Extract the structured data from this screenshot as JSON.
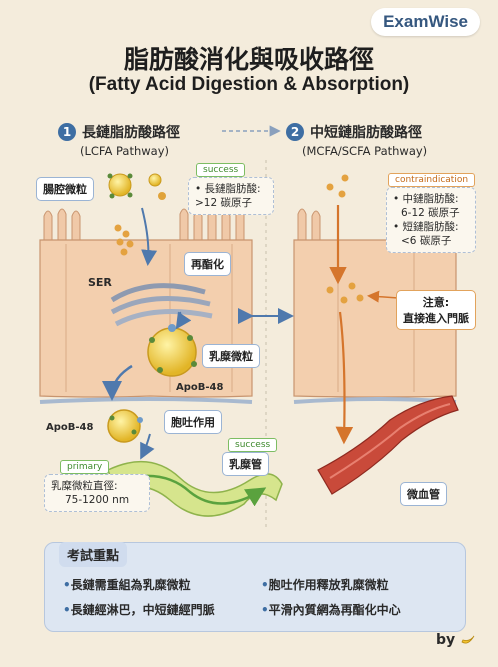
{
  "brand": "ExamWise",
  "title": {
    "main": "脂肪酸消化與吸收路徑",
    "sub": "(Fatty Acid Digestion & Absorption)"
  },
  "left": {
    "step_num": "1",
    "step_title": "長鏈脂肪酸路徑",
    "step_sub": "(LCFA Pathway)",
    "lumen_label": "腸腔微粒",
    "success_tag": "success",
    "success_text_1": "• 長鏈脂肪酸:",
    "success_text_2": ">12 碳原子",
    "ser_label": "SER",
    "reesterify_label": "再酯化",
    "chylomicron_label": "乳糜微粒",
    "apob_1": "ApoB-48",
    "apob_2": "ApoB-48",
    "exocytosis_label": "胞吐作用",
    "lacteal_tag": "success",
    "lacteal_label": "乳糜管",
    "primary_tag": "primary",
    "diameter_1": "乳糜微粒直徑:",
    "diameter_2": "75-1200 nm"
  },
  "right": {
    "step_num": "2",
    "step_title": "中短鏈脂肪酸路徑",
    "step_sub": "(MCFA/SCFA Pathway)",
    "contra_tag": "contraindication",
    "contra_1": "• 中鏈脂肪酸:",
    "contra_2": "6-12 碳原子",
    "contra_3": "• 短鏈脂肪酸:",
    "contra_4": "<6 碳原子",
    "note_1": "注意:",
    "note_2": "直接進入門脈",
    "capillary_label": "微血管"
  },
  "exam": {
    "title": "考試重點",
    "points": [
      "長鏈需重組為乳糜微粒",
      "胞吐作用釋放乳糜微粒",
      "長鏈經淋巴，中短鏈經門脈",
      "平滑內質網為再酯化中心"
    ]
  },
  "footer": {
    "by": "by"
  },
  "colors": {
    "accent": "#3e6ea3",
    "success": "#7dbd63",
    "warning": "#e2a35c",
    "background": "#f4ecdc"
  }
}
